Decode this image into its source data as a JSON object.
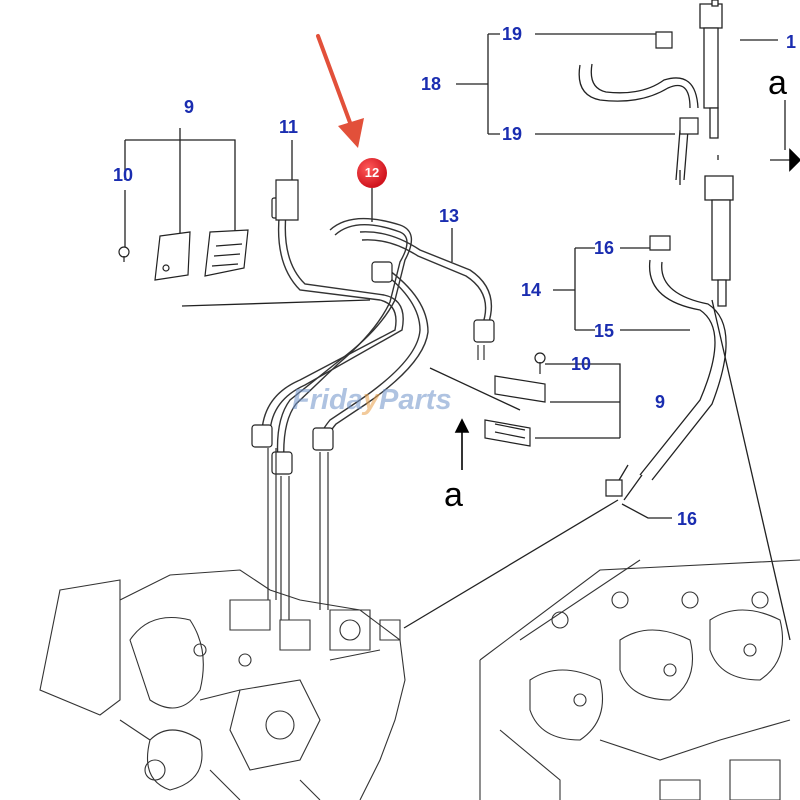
{
  "callouts": {
    "c1": "1",
    "c9_top": "9",
    "c9_mid": "9",
    "c10_top": "10",
    "c10_mid": "10",
    "c11": "11",
    "c12": "12",
    "c13": "13",
    "c14": "14",
    "c15": "15",
    "c16_top": "16",
    "c16_bottom": "16",
    "c18": "18",
    "c19_top": "19",
    "c19_bottom": "19"
  },
  "view_markers": {
    "a_top": "a",
    "a_mid": "a"
  },
  "watermark": {
    "part1": "Frida",
    "part2": "y",
    "part3": "Parts"
  },
  "colors": {
    "callout_text": "#1a2db0",
    "highlight_badge": "#d0141e",
    "arrow": "#e2503a",
    "line": "#222222"
  }
}
